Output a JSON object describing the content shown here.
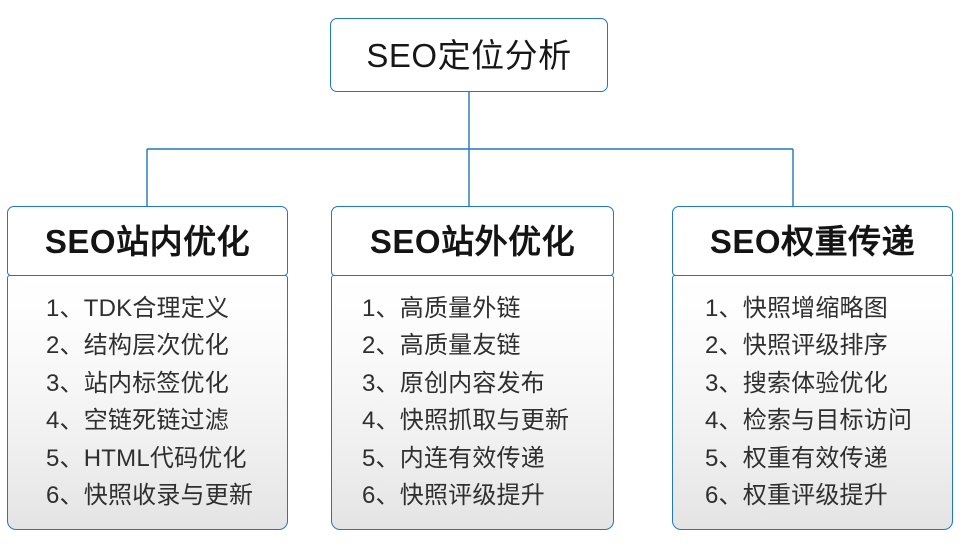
{
  "diagram": {
    "type": "org-tree",
    "root": {
      "title": "SEO定位分析"
    },
    "colors": {
      "border": "#1f78c1",
      "connector": "#1f78c1",
      "header_bg": "#ffffff",
      "body_gradient_top": "#ffffff",
      "body_gradient_bottom": "#e4e4e4",
      "text": "#1a1a1a"
    },
    "branches": [
      {
        "header": "SEO站内优化",
        "items": [
          "1、TDK合理定义",
          "2、结构层次优化",
          "3、站内标签优化",
          "4、空链死链过滤",
          "5、HTML代码优化",
          "6、快照收录与更新"
        ]
      },
      {
        "header": "SEO站外优化",
        "items": [
          "1、高质量外链",
          "2、高质量友链",
          "3、原创内容发布",
          "4、快照抓取与更新",
          "5、内连有效传递",
          "6、快照评级提升"
        ]
      },
      {
        "header": "SEO权重传递",
        "items": [
          "1、快照增缩略图",
          "2、快照评级排序",
          "3、搜索体验优化",
          "4、检索与目标访问",
          "5、权重有效传递",
          "6、权重评级提升"
        ]
      }
    ]
  }
}
